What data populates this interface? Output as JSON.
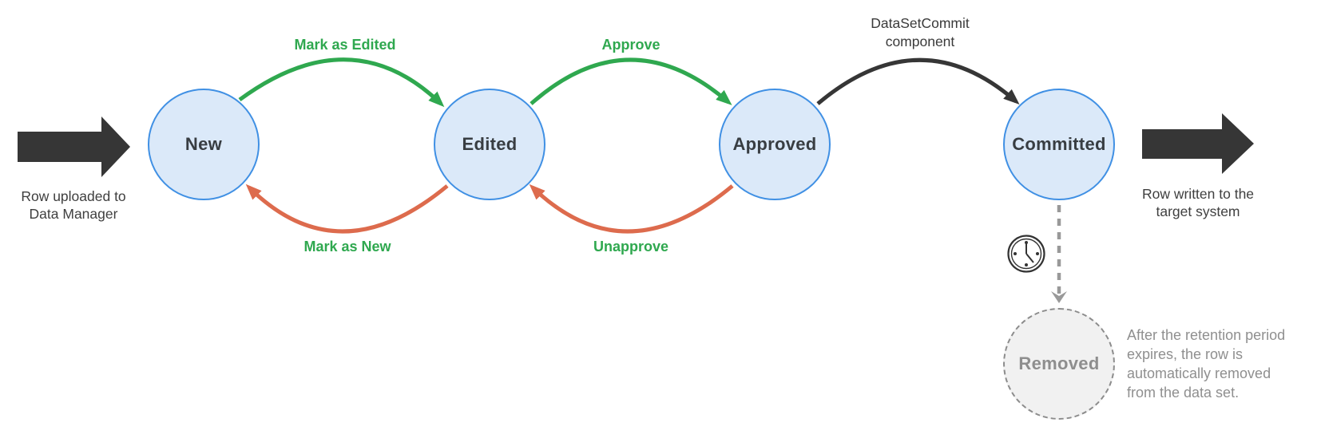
{
  "diagram": {
    "type": "state-flow",
    "states": {
      "new": {
        "label": "New"
      },
      "edited": {
        "label": "Edited"
      },
      "approved": {
        "label": "Approved"
      },
      "committed": {
        "label": "Committed"
      },
      "removed": {
        "label": "Removed"
      }
    },
    "transitions": {
      "mark_as_edited": {
        "label": "Mark as Edited",
        "from": "New",
        "to": "Edited",
        "direction": "forward"
      },
      "approve": {
        "label": "Approve",
        "from": "Edited",
        "to": "Approved",
        "direction": "forward"
      },
      "dataset_commit": {
        "line1": "DataSetCommit",
        "line2": "component",
        "from": "Approved",
        "to": "Committed",
        "direction": "forward"
      },
      "mark_as_new": {
        "label": "Mark as New",
        "from": "Edited",
        "to": "New",
        "direction": "backward"
      },
      "unapprove": {
        "label": "Unapprove",
        "from": "Approved",
        "to": "Edited",
        "direction": "backward"
      },
      "retention": {
        "from": "Committed",
        "to": "Removed",
        "style": "dashed",
        "icon": "clock-icon"
      }
    },
    "annotations": {
      "input": {
        "line1": "Row uploaded to",
        "line2": "Data Manager"
      },
      "output": {
        "line1": "Row written to the",
        "line2": "target system"
      },
      "retention_note": {
        "line1": "After the retention period",
        "line2": "expires, the row is",
        "line3": "automatically removed",
        "line4": "from the data set."
      }
    },
    "colors": {
      "node_fill": "#dbe9f9",
      "node_border": "#4090e4",
      "node_label": "#383d42",
      "forward_green": "#2fa84f",
      "revert_orange": "#dd6b4d",
      "neutral_dark": "#363636",
      "muted_gray": "#8f8f8f"
    }
  }
}
